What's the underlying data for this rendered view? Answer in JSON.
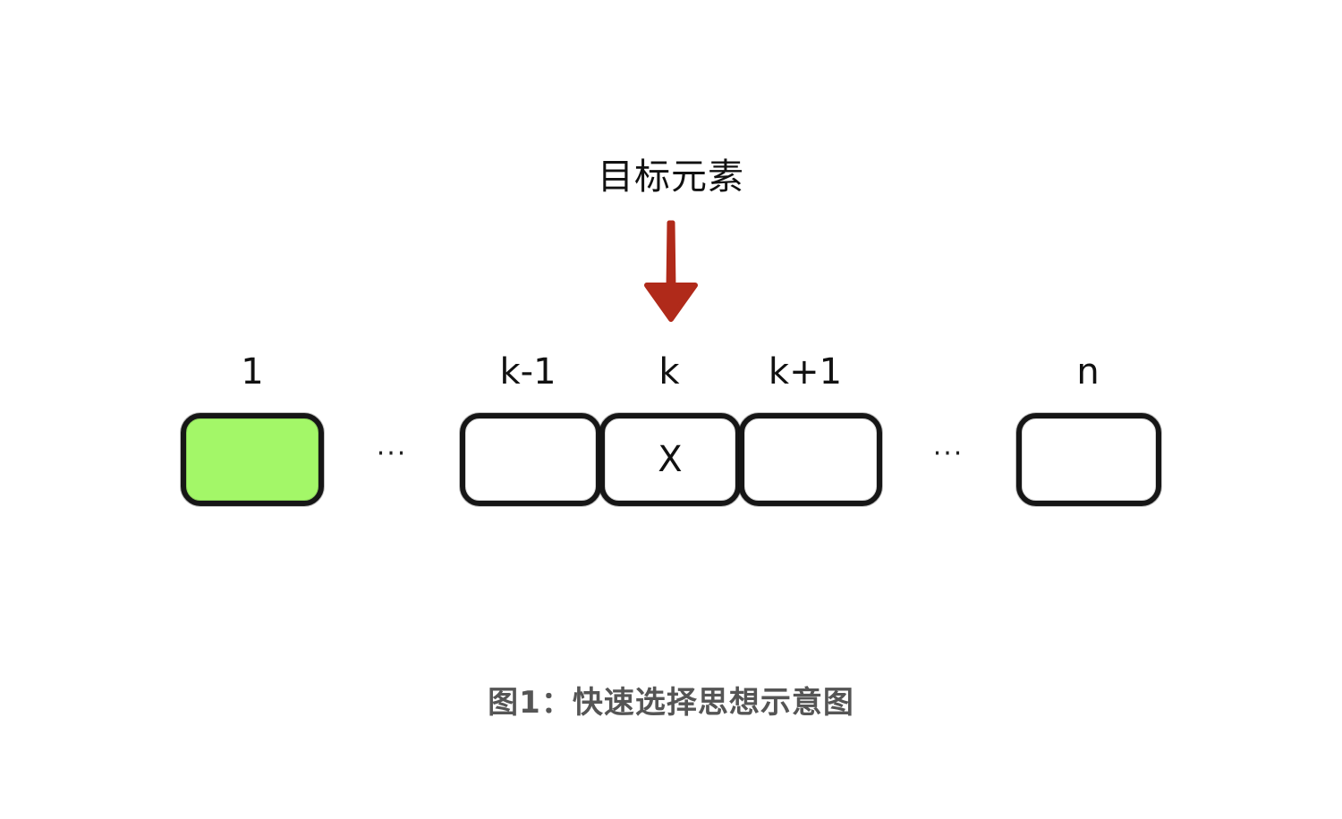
{
  "target_label": "目标元素",
  "caption": "图1：快速选择思想示意图",
  "colors": {
    "highlight_fill": "#a3f768",
    "arrow": "#b02a1a",
    "stroke": "#161616",
    "caption_text": "#555555"
  },
  "cells": [
    {
      "index_label": "1",
      "value": "",
      "highlighted": true
    },
    {
      "index_label": "k-1",
      "value": "",
      "highlighted": false
    },
    {
      "index_label": "k",
      "value": "X",
      "highlighted": false
    },
    {
      "index_label": "k+1",
      "value": "",
      "highlighted": false
    },
    {
      "index_label": "n",
      "value": "",
      "highlighted": false
    }
  ],
  "ellipsis": [
    "···",
    "···"
  ],
  "arrow_icon": "down-arrow-icon"
}
